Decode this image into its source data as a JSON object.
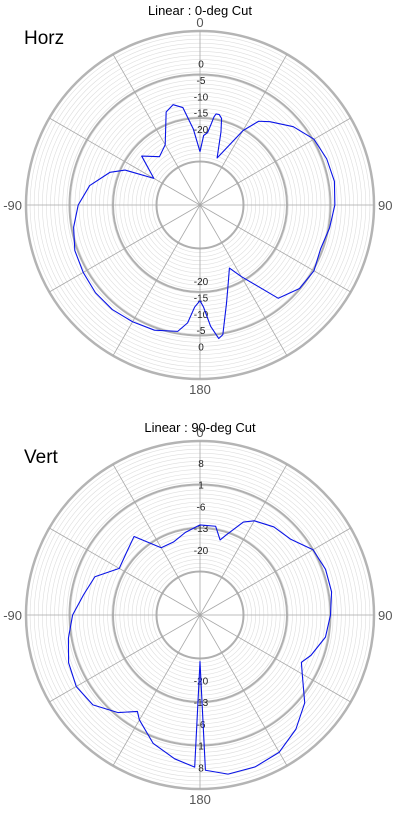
{
  "chart_data": [
    {
      "type": "polar",
      "title": "Linear : 0-deg Cut",
      "tag": "Horz",
      "angle_labels": [
        {
          "angle": 0,
          "text": "0"
        },
        {
          "angle": 90,
          "text": "90"
        },
        {
          "angle": 180,
          "text": "180"
        },
        {
          "angle": 270,
          "text": "-90"
        }
      ],
      "rmin": -30,
      "rmax": 10,
      "radial_tick_labels": [
        "0",
        "-5",
        "-10",
        "-15",
        "-20"
      ],
      "radial_tick_values": [
        0,
        -5,
        -10,
        -15,
        -20
      ],
      "lower_radial_tick_labels": [
        "-20",
        "-15",
        "-10",
        "-5",
        "0"
      ],
      "lower_radial_tick_values": [
        -20,
        -15,
        -10,
        -5,
        0
      ],
      "grid": true,
      "series": [
        {
          "color": "#0a14e6",
          "points": [
            [
              0,
              -27
            ],
            [
              3,
              -22
            ],
            [
              6,
              -21
            ],
            [
              8,
              -18
            ],
            [
              9,
              -16
            ],
            [
              10,
              -15
            ],
            [
              12,
              -15
            ],
            [
              14,
              -16
            ],
            [
              16,
              -20
            ],
            [
              20,
              -28
            ],
            [
              30,
              -17
            ],
            [
              35,
              -12
            ],
            [
              40,
              -10
            ],
            [
              50,
              -6
            ],
            [
              60,
              -3
            ],
            [
              70,
              -2
            ],
            [
              80,
              -1.5
            ],
            [
              90,
              -2
            ],
            [
              100,
              -3
            ],
            [
              110,
              -4
            ],
            [
              120,
              -3
            ],
            [
              130,
              -3.5
            ],
            [
              140,
              -6
            ],
            [
              150,
              -18
            ],
            [
              155,
              -22
            ],
            [
              160,
              -18
            ],
            [
              165,
              -12
            ],
            [
              170,
              -3
            ],
            [
              172,
              -2
            ],
            [
              175,
              -6
            ],
            [
              178,
              -12
            ],
            [
              180,
              -14
            ],
            [
              183,
              -12
            ],
            [
              186,
              -7
            ],
            [
              190,
              -4
            ],
            [
              200,
              -2.5
            ],
            [
              210,
              -2
            ],
            [
              220,
              -1.5
            ],
            [
              230,
              -1.5
            ],
            [
              240,
              -2
            ],
            [
              250,
              -2.5
            ],
            [
              260,
              -4
            ],
            [
              270,
              -6
            ],
            [
              280,
              -9
            ],
            [
              290,
              -14
            ],
            [
              295,
              -18
            ],
            [
              300,
              -27
            ],
            [
              310,
              -20
            ],
            [
              320,
              -24
            ],
            [
              330,
              -22
            ],
            [
              340,
              -13
            ],
            [
              345,
              -11.5
            ],
            [
              350,
              -13
            ],
            [
              355,
              -20
            ],
            [
              360,
              -27
            ]
          ]
        }
      ]
    },
    {
      "type": "polar",
      "title": "Linear : 90-deg Cut",
      "tag": "Vert",
      "angle_labels": [
        {
          "angle": 0,
          "text": "0"
        },
        {
          "angle": 90,
          "text": "90"
        },
        {
          "angle": 180,
          "text": "180"
        },
        {
          "angle": 270,
          "text": "-90"
        }
      ],
      "rmin": -27,
      "rmax": 15,
      "radial_tick_labels": [
        "8",
        "1",
        "-6",
        "-13",
        "-20"
      ],
      "radial_tick_values": [
        8,
        1,
        -6,
        -13,
        -20
      ],
      "lower_radial_tick_labels": [
        "-20",
        "-13",
        "-6",
        "1",
        "8"
      ],
      "lower_radial_tick_values": [
        -20,
        -13,
        -6,
        1,
        8
      ],
      "grid": true,
      "series": [
        {
          "color": "#0a14e6",
          "points": [
            [
              0,
              -12
            ],
            [
              10,
              -12
            ],
            [
              15,
              -16
            ],
            [
              18,
              -14
            ],
            [
              25,
              -8
            ],
            [
              30,
              -6
            ],
            [
              40,
              -4
            ],
            [
              50,
              -3
            ],
            [
              60,
              1
            ],
            [
              70,
              2
            ],
            [
              80,
              2
            ],
            [
              90,
              1
            ],
            [
              100,
              0
            ],
            [
              110,
              -3
            ],
            [
              115,
              -5
            ],
            [
              120,
              -3
            ],
            [
              130,
              3
            ],
            [
              140,
              7
            ],
            [
              150,
              10
            ],
            [
              160,
              11
            ],
            [
              170,
              11
            ],
            [
              178,
              9
            ],
            [
              180,
              -26
            ],
            [
              182,
              8
            ],
            [
              190,
              6
            ],
            [
              200,
              3
            ],
            [
              210,
              -2
            ],
            [
              213,
              -4
            ],
            [
              220,
              0
            ],
            [
              230,
              4
            ],
            [
              240,
              5
            ],
            [
              250,
              4
            ],
            [
              260,
              2
            ],
            [
              270,
              0
            ],
            [
              280,
              -3
            ],
            [
              290,
              -5
            ],
            [
              300,
              -11
            ],
            [
              310,
              -10
            ],
            [
              320,
              -8
            ],
            [
              330,
              -16
            ],
            [
              340,
              -16
            ],
            [
              350,
              -14
            ],
            [
              360,
              -12
            ]
          ]
        }
      ]
    }
  ]
}
